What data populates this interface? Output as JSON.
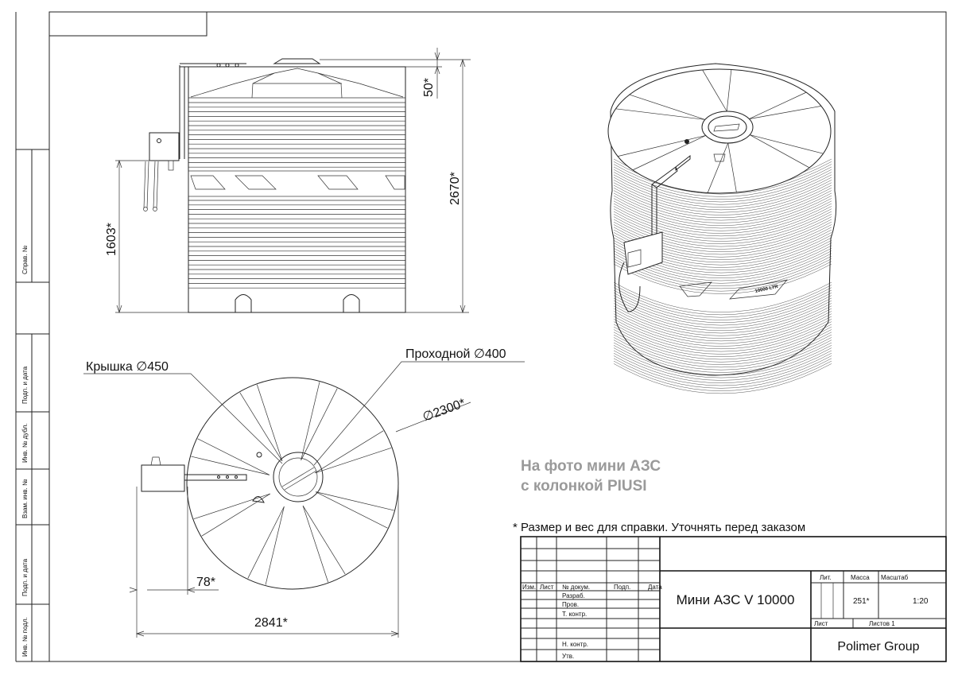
{
  "stamps": [
    "Справ. №",
    "Подп. и дата",
    "Инв. № дубл.",
    "Взам. инв. №",
    "Подп. и дата",
    "Инв. № подл."
  ],
  "front_view": {
    "dim_height": "2670*",
    "dim_top": "50*",
    "dim_pump": "1603*"
  },
  "top_view": {
    "lid_label": "Крышка ∅450",
    "manhole_label": "Проходной ∅400",
    "diameter_label": "∅2300*",
    "dim_width": "2841*",
    "dim_offset": "78*"
  },
  "photo_caption": {
    "line1": "На фото мини АЗС",
    "line2": "с колонкой PIUSI",
    "tank_marking": "10000 LTR"
  },
  "footnote": "* Размер и вес для справки. Уточнять перед заказом",
  "title_block": {
    "headers": {
      "izm": "Изм.",
      "list": "Лист",
      "doc": "№ докум.",
      "sign": "Подп.",
      "date": "Дата"
    },
    "roles": {
      "dev": "Разраб.",
      "check": "Пров.",
      "tcontrol": "Т. контр.",
      "ncontrol": "Н. контр.",
      "approve": "Утв."
    },
    "name": "Мини АЗС V 10000",
    "lit_label": "Лит.",
    "mass_label": "Масса",
    "scale_label": "Масштаб",
    "mass": "251*",
    "scale": "1:20",
    "sheet_label": "Лист",
    "sheets_label": "Листов 1",
    "company": "Polimer Group"
  }
}
